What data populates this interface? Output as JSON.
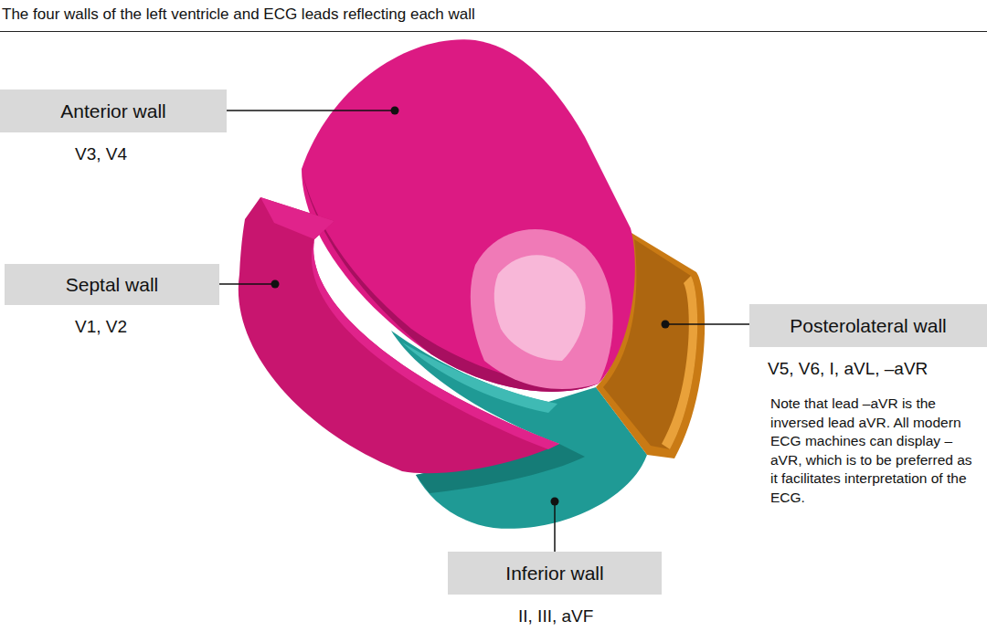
{
  "diagram": {
    "title": "The four walls of the left ventricle and ECG leads reflecting each wall",
    "nodes": [
      {
        "text": [
          "Anterior wall",
          "V3, V4"
        ]
      },
      {
        "text": [
          "Septal wall",
          "V1, V2"
        ]
      },
      {
        "text": [
          "Posterolateral wall",
          "V5, V6, I, aVL, –aVR"
        ]
      },
      {
        "text": [
          "Inferior wall",
          "II, III, aVF"
        ]
      }
    ],
    "labels": [
      "Note that lead –aVR is the inversed lead aVR. All modern ECG machines can display –aVR, which is to be preferred as it facilitates interpretation of the ECG."
    ]
  }
}
